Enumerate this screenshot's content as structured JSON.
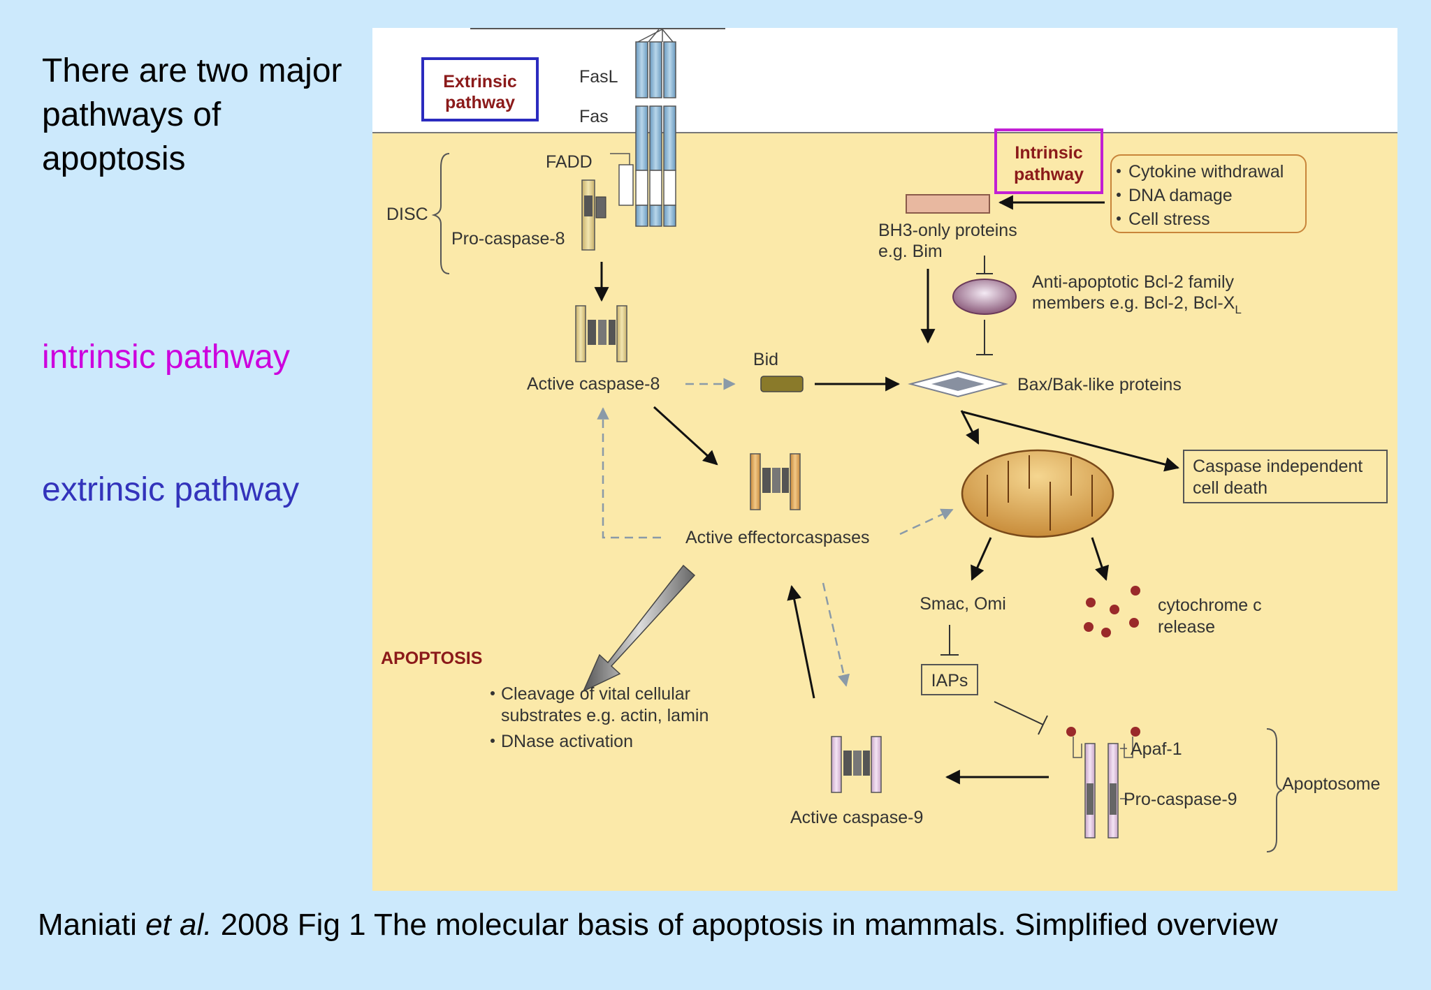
{
  "slide": {
    "intro": "There are two major pathways of apoptosis",
    "intrinsic_label": "intrinsic pathway",
    "extrinsic_label": "extrinsic pathway",
    "caption": {
      "pre": "Maniati ",
      "italic": "et al.",
      "post": " 2008 Fig 1 The molecular basis of apoptosis in mammals.  Simplified overview"
    }
  },
  "diagram": {
    "extrinsic_box": [
      "Extrinsic",
      "pathway"
    ],
    "intrinsic_box": [
      "Intrinsic",
      "pathway"
    ],
    "fasl": "FasL",
    "fas": "Fas",
    "fadd": "FADD",
    "disc": "DISC",
    "pro_caspase8": "Pro-caspase-8",
    "stress_list": [
      "Cytokine withdrawal",
      "DNA damage",
      "Cell stress"
    ],
    "bh3": [
      "BH3-only proteins",
      "e.g. Bim"
    ],
    "anti_apoptotic": [
      "Anti-apoptotic Bcl-2 family",
      "members e.g. Bcl-2, Bcl-X"
    ],
    "anti_apoptotic_sub": "L",
    "bid": "Bid",
    "active_caspase8": "Active caspase-8",
    "bax_bak": "Bax/Bak-like proteins",
    "caspase_independent": [
      "Caspase independent",
      "cell death"
    ],
    "active_effector": "Active effectorcaspases",
    "smac": "Smac, Omi",
    "cytochrome": [
      "cytochrome c",
      "release"
    ],
    "iaps": "IAPs",
    "apoptosis": "APOPTOSIS",
    "apoptosis_effects": [
      "Cleavage of vital cellular",
      "substrates e.g. actin, lamin",
      "DNase activation"
    ],
    "apaf1": "Apaf-1",
    "pro_caspase9": "Pro-caspase-9",
    "apoptosome": "Apoptosome",
    "active_caspase9": "Active caspase-9"
  },
  "colors": {
    "background": "#cce9fc",
    "diagram_bg": "#fbe9a9",
    "extrinsic_box": "#2b2bbf",
    "intrinsic_box": "#c21ed4",
    "pathway_text": "#8b1a1a",
    "intrinsic_label": "#cc00dd",
    "extrinsic_label": "#3333bb"
  }
}
